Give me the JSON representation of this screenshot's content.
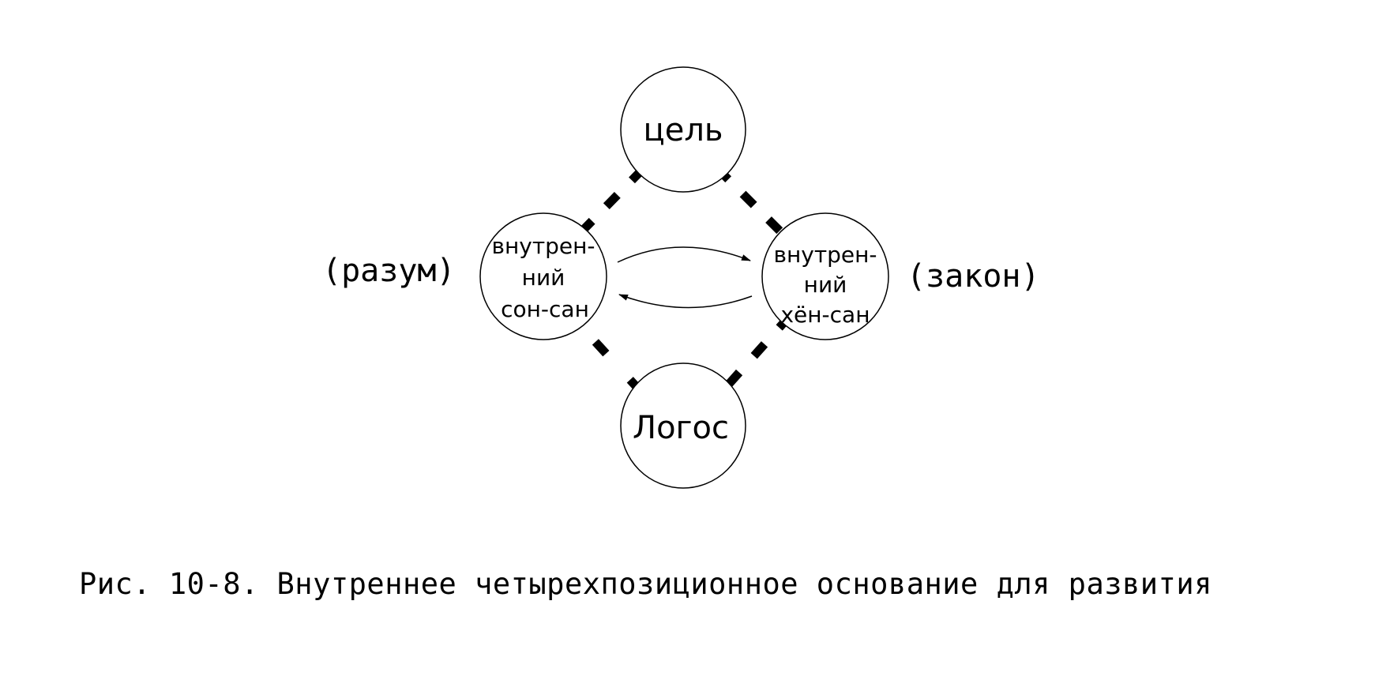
{
  "diagram": {
    "nodes": {
      "top": {
        "label": "цель"
      },
      "left": {
        "lines": [
          "внутрен-",
          "ний",
          "сон-сан"
        ]
      },
      "right": {
        "lines": [
          "внутрен-",
          "ний",
          "хён-сан"
        ]
      },
      "bottom": {
        "label": "Логос"
      }
    },
    "side_labels": {
      "left": "(разум)",
      "right": "(закон)"
    },
    "caption": "Рис. 10-8. Внутреннее четырехпозиционное основание для развития"
  }
}
